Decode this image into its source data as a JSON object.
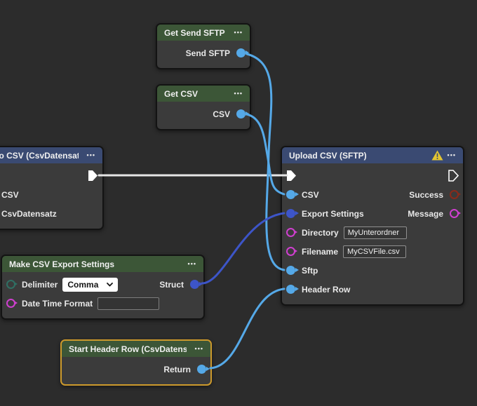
{
  "colors": {
    "background": "#2c2c2c",
    "node_body": "#3b3b3b",
    "header_green": "#3c5637",
    "header_blue": "#3a4a72",
    "selection_orange": "#cd9a2c",
    "wire_light_blue": "#55a9e8",
    "wire_dark_blue": "#3d55c8",
    "wire_exec_white": "#e6e6e6",
    "port_magenta": "#cf3fcf",
    "port_dark_red": "#8a2a1a",
    "port_teal": "#2f6f63",
    "warning_yellow": "#e3c531"
  },
  "nodes": {
    "get_send_sftp": {
      "title": "Get Send SFTP",
      "menu_icon": "•••",
      "outputs": [
        {
          "label": "Send SFTP"
        }
      ]
    },
    "get_csv": {
      "title": "Get CSV",
      "menu_icon": "•••",
      "outputs": [
        {
          "label": "CSV"
        }
      ]
    },
    "to_csv": {
      "title": "To CSV (CsvDatensatz)",
      "menu_icon": "•••",
      "rows": [
        {
          "label": "CSV"
        },
        {
          "label": "CsvDatensatz"
        }
      ]
    },
    "upload_csv": {
      "title": "Upload CSV (SFTP)",
      "menu_icon": "•••",
      "has_warning": true,
      "inputs": [
        {
          "label": "CSV"
        },
        {
          "label": "Export Settings"
        },
        {
          "label": "Directory",
          "value": "MyUnterordner"
        },
        {
          "label": "Filename",
          "value": "MyCSVFile.csv"
        },
        {
          "label": "Sftp"
        },
        {
          "label": "Header Row"
        }
      ],
      "outputs": [
        {
          "label": "Success"
        },
        {
          "label": "Message"
        }
      ]
    },
    "make_csv_export_settings": {
      "title": "Make CSV Export Settings",
      "menu_icon": "•••",
      "inputs": [
        {
          "label": "Delimiter",
          "value": "Comma"
        },
        {
          "label": "Date Time Format",
          "value": ""
        }
      ],
      "outputs": [
        {
          "label": "Struct"
        }
      ]
    },
    "start_header_row": {
      "title": "Start Header Row (CsvDatensatz)",
      "menu_icon": "•••",
      "selected": true,
      "outputs": [
        {
          "label": "Return"
        }
      ]
    }
  },
  "connections": [
    {
      "from": "To CSV (CsvDatensatz).exec-out",
      "to": "Upload CSV (SFTP).exec-in",
      "type": "exec"
    },
    {
      "from": "Get Send SFTP.Send SFTP",
      "to": "Upload CSV (SFTP).Sftp",
      "type": "data"
    },
    {
      "from": "Get CSV.CSV",
      "to": "Upload CSV (SFTP).CSV",
      "type": "data"
    },
    {
      "from": "Make CSV Export Settings.Struct",
      "to": "Upload CSV (SFTP).Export Settings",
      "type": "struct"
    },
    {
      "from": "Start Header Row (CsvDatensatz).Return",
      "to": "Upload CSV (SFTP).Header Row",
      "type": "data"
    }
  ]
}
